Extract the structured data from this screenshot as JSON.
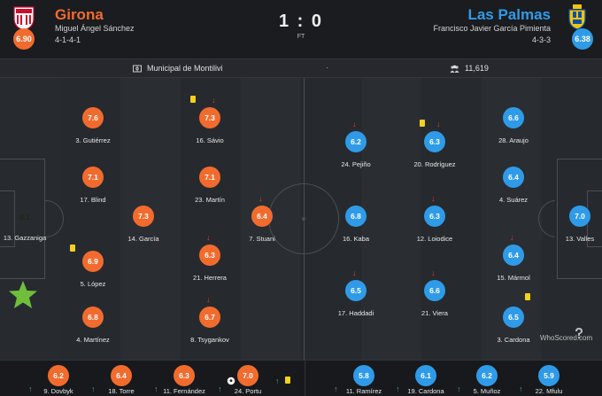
{
  "home": {
    "name": "Girona",
    "coach": "Miguel Ángel Sánchez",
    "formation": "4-1-4-1",
    "rating": "6.90",
    "color": "#f26b2e"
  },
  "away": {
    "name": "Las Palmas",
    "coach": "Francisco Javier García Pimienta",
    "formation": "4-3-3",
    "rating": "6.38",
    "color": "#2f9be8"
  },
  "score": "1 : 0",
  "status": "FT",
  "venue": "Municipal de Montilivi",
  "separator": "·",
  "attendance": "11,619",
  "watermark": "WhoScored.com",
  "home_players": [
    {
      "name": "13. Gazzaniga",
      "rating": "8.1",
      "motm": true
    },
    {
      "name": "3. Gutiérrez",
      "rating": "7.6"
    },
    {
      "name": "17. Blind",
      "rating": "7.1"
    },
    {
      "name": "5. López",
      "rating": "6.9",
      "yellow": true
    },
    {
      "name": "4. Martínez",
      "rating": "6.8"
    },
    {
      "name": "14. García",
      "rating": "7.3"
    },
    {
      "name": "16. Sávio",
      "rating": "7.3",
      "yellow": true,
      "subbed_off": true
    },
    {
      "name": "23. Martín",
      "rating": "7.1"
    },
    {
      "name": "21. Herrera",
      "rating": "6.3",
      "subbed_off": true
    },
    {
      "name": "8. Tsygankov",
      "rating": "6.7",
      "subbed_off": true
    },
    {
      "name": "7. Stuani",
      "rating": "6.4",
      "subbed_off": true
    }
  ],
  "away_players": [
    {
      "name": "13. Valles",
      "rating": "7.0"
    },
    {
      "name": "28. Araujo",
      "rating": "6.6"
    },
    {
      "name": "4. Suárez",
      "rating": "6.4"
    },
    {
      "name": "15. Mármol",
      "rating": "6.4",
      "subbed_off": true
    },
    {
      "name": "3. Cardona",
      "rating": "6.5",
      "yellow": true
    },
    {
      "name": "20. Rodríguez",
      "rating": "6.3",
      "yellow": true,
      "subbed_off": true
    },
    {
      "name": "12. Loiodice",
      "rating": "6.3",
      "subbed_off": true
    },
    {
      "name": "21. Viera",
      "rating": "6.6",
      "subbed_off": true
    },
    {
      "name": "24. Pejiño",
      "rating": "6.2",
      "subbed_off": true
    },
    {
      "name": "16. Kaba",
      "rating": "6.8"
    },
    {
      "name": "17. Haddadi",
      "rating": "6.5",
      "subbed_off": true
    }
  ],
  "home_subs": [
    {
      "name": "9. Dovbyk",
      "rating": "6.2"
    },
    {
      "name": "18. Torre",
      "rating": "6.4"
    },
    {
      "name": "11. Fernández",
      "rating": "6.3"
    },
    {
      "name": "24. Portu",
      "rating": "7.0"
    }
  ],
  "away_subs": [
    {
      "name": "11. Ramírez",
      "rating": "5.8"
    },
    {
      "name": "19. Cardona",
      "rating": "6.1"
    },
    {
      "name": "5. Muñoz",
      "rating": "6.2"
    },
    {
      "name": "22. Mfulu",
      "rating": "5.9"
    }
  ]
}
